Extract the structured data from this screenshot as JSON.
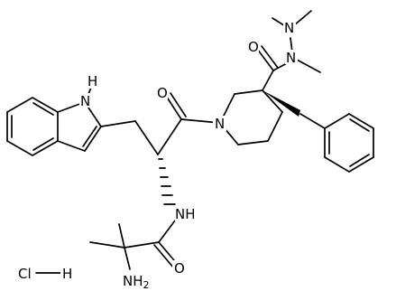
{
  "diagram": {
    "atom_labels": {
      "indole_nh": "H",
      "indole_n": "N",
      "ketone_o": "O",
      "piperidine_n": "N",
      "amide_o": "O",
      "hydrazide_n1": "N",
      "hydrazide_n2": "N",
      "amide_nh": "NH",
      "amino_o": "O",
      "amine": "NH",
      "amine_sub": "2",
      "hcl_cl": "Cl",
      "hcl_h": "H"
    },
    "colors": {
      "bond": "#000000",
      "label": "#000000",
      "background": "#ffffff"
    }
  }
}
